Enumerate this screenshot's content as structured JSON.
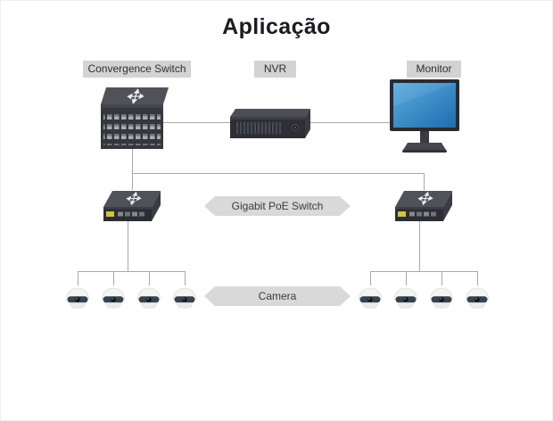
{
  "title": "Aplicação",
  "labels": {
    "convergence_switch": "Convergence Switch",
    "nvr": "NVR",
    "monitor": "Monitor"
  },
  "banners": {
    "poe_switch": "Gigabit PoE Switch",
    "camera": "Camera"
  },
  "icons": {
    "switch_top": "routing-arrows-icon",
    "camera": "dome-camera-icon",
    "nvr_power": "power-led-icon"
  },
  "colors": {
    "title": "#1b1b22",
    "label_bg": "#d3d3d3",
    "label_text": "#2f2f2f",
    "banner_bg": "#d9d9d9",
    "banner_text": "#3a3a3a",
    "line": "#a8a8a8",
    "device_body": "#34343b",
    "device_top": "#51515a",
    "screen_blue": "#2e86c8",
    "camera_band": "#36434f",
    "poe_label_yellow": "#d6c23e"
  }
}
